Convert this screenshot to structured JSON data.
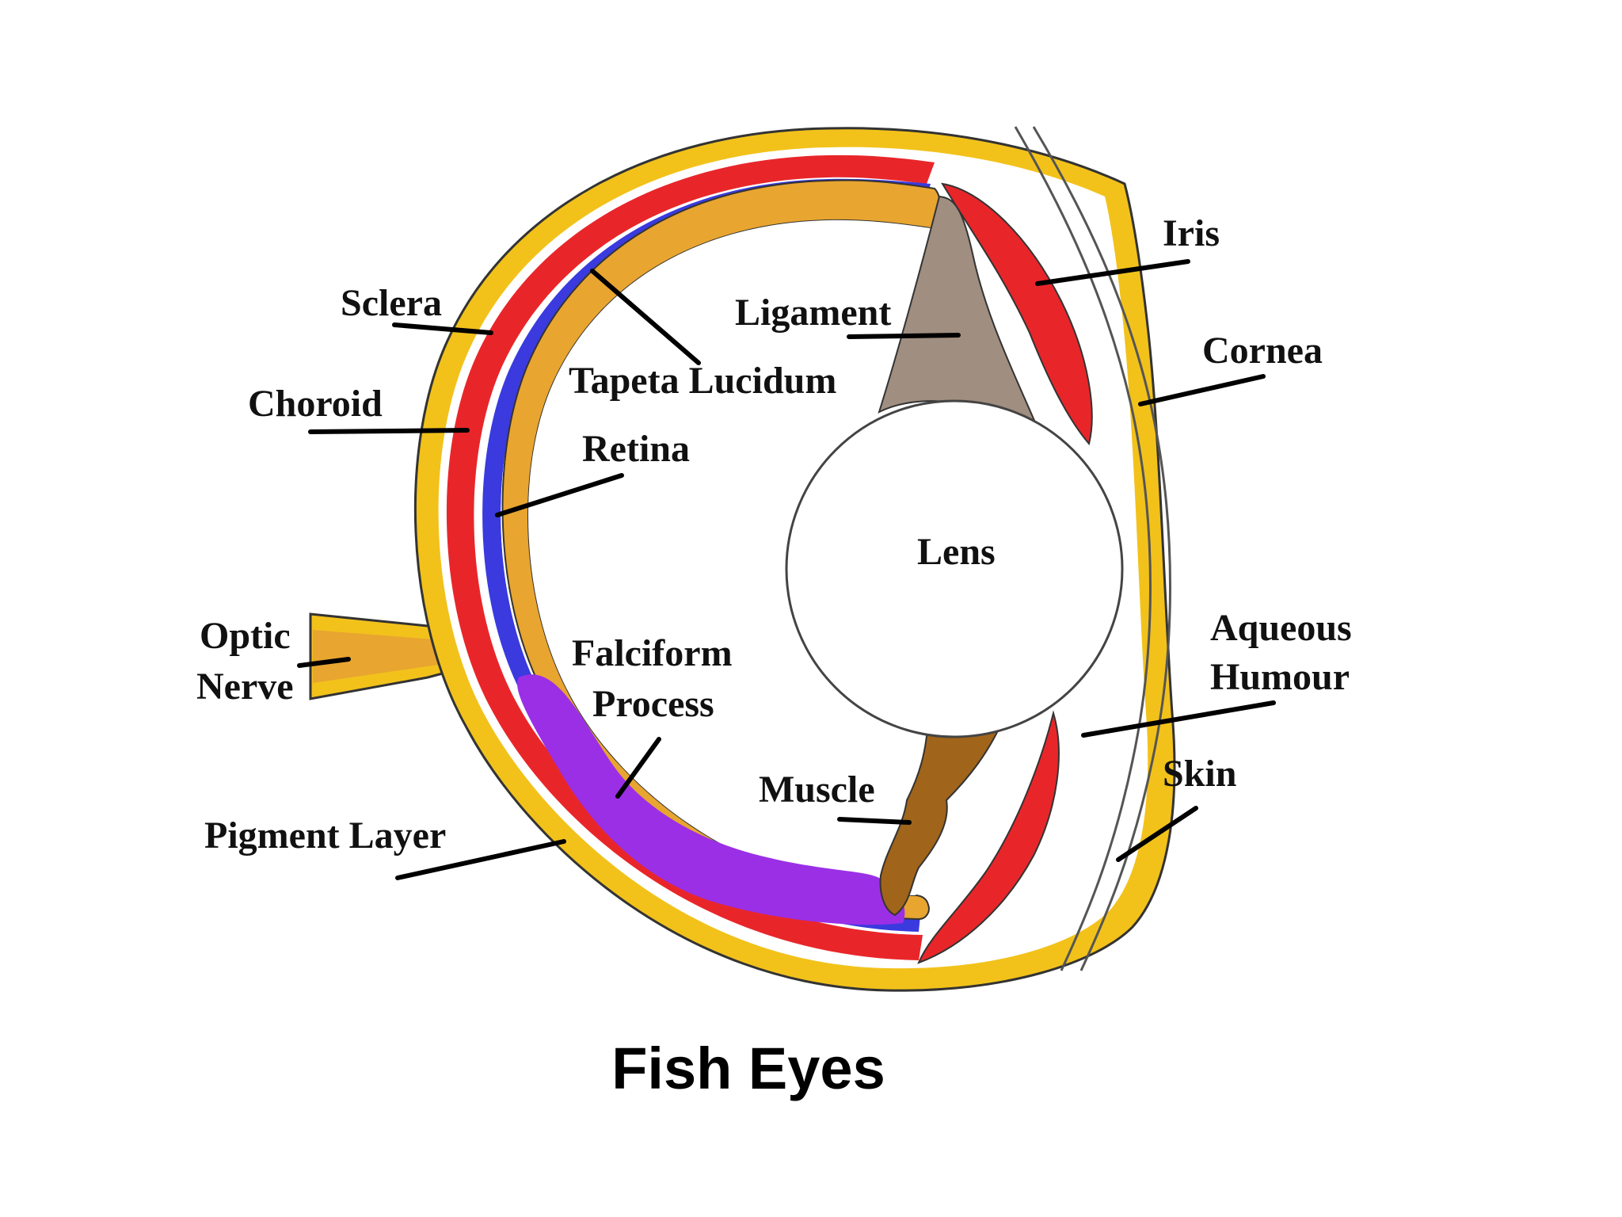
{
  "caption": "Fish Eyes",
  "labels": {
    "sclera": "Sclera",
    "choroid": "Choroid",
    "ligament": "Ligament",
    "tapeta": "Tapeta Lucidum",
    "retina": "Retina",
    "iris": "Iris",
    "cornea": "Cornea",
    "lens": "Lens",
    "optic_line1": "Optic",
    "optic_line2": "Nerve",
    "falciform_line1": "Falciform",
    "falciform_line2": "Process",
    "aqueous_line1": "Aqueous",
    "aqueous_line2": "Humour",
    "muscle": "Muscle",
    "skin": "Skin",
    "pigment": "Pigment Layer"
  },
  "colors": {
    "sclera": "#f2c21b",
    "choroid": "#e8262a",
    "pigment_layer": "#3a3adf",
    "retina": "#e8a530",
    "falciform": "#9b2fe6",
    "ligament": "#a08e80",
    "muscle": "#a0641a",
    "iris": "#e8262a",
    "lens": "#ffffff"
  }
}
